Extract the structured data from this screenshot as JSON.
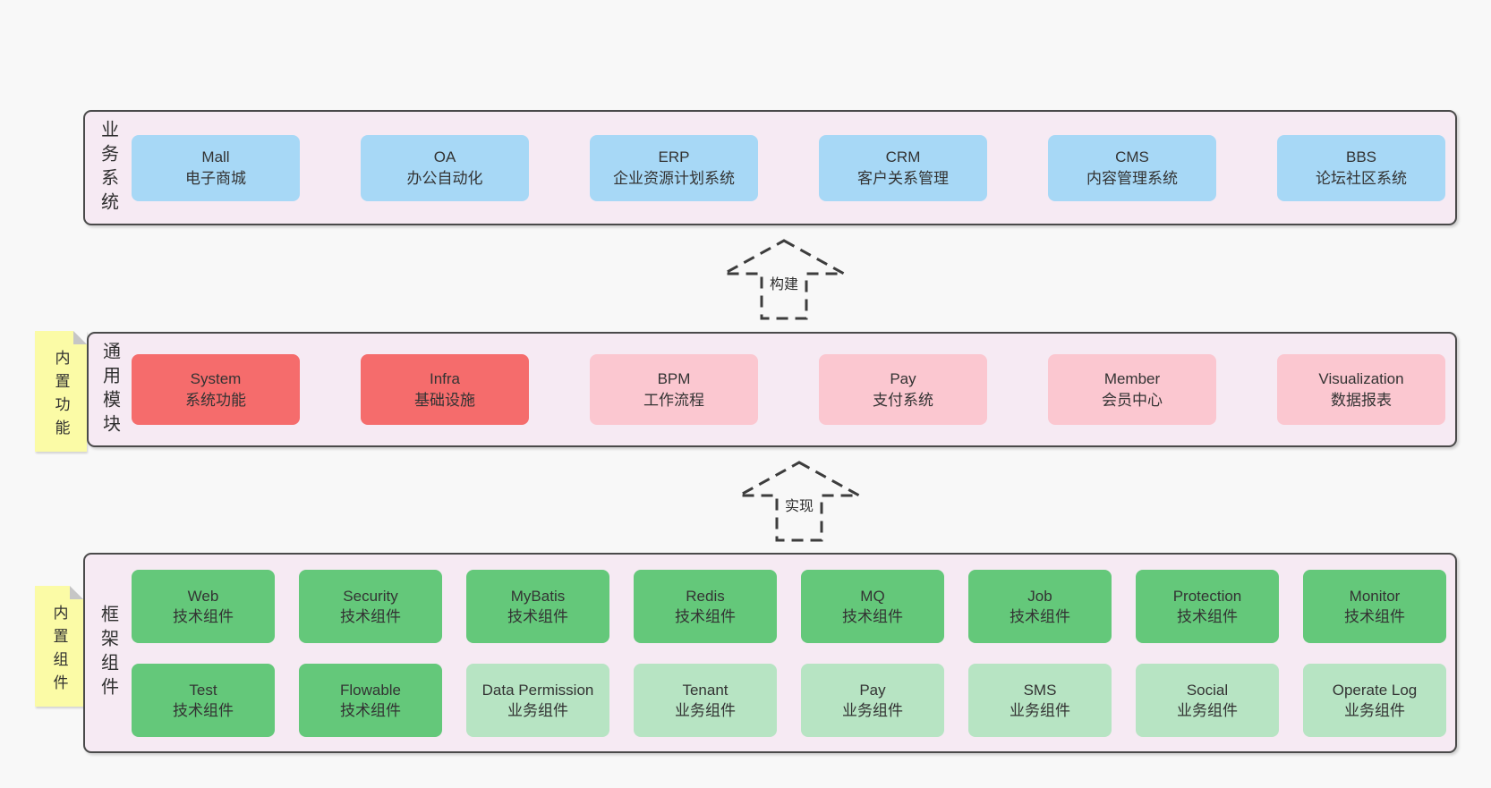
{
  "colors": {
    "page_bg": "#f8f8f8",
    "panel_bg": "#f6eaf3",
    "panel_border": "#4a4a4a",
    "blue": "#a7d8f6",
    "red": "#f56c6c",
    "pink": "#fbc7d0",
    "green_dark": "#64c87a",
    "green_light": "#b7e4c3",
    "sticky_yellow": "#fbfba6",
    "fold_gray": "#c6c6c6",
    "text": "#3a3a3a"
  },
  "panels": {
    "business": {
      "label": "业务系统",
      "boxes": [
        {
          "title": "Mall",
          "subtitle": "电子商城",
          "variant": "blue"
        },
        {
          "title": "OA",
          "subtitle": "办公自动化",
          "variant": "blue"
        },
        {
          "title": "ERP",
          "subtitle": "企业资源计划系统",
          "variant": "blue"
        },
        {
          "title": "CRM",
          "subtitle": "客户关系管理",
          "variant": "blue"
        },
        {
          "title": "CMS",
          "subtitle": "内容管理系统",
          "variant": "blue"
        },
        {
          "title": "BBS",
          "subtitle": "论坛社区系统",
          "variant": "blue"
        }
      ]
    },
    "modules": {
      "label": "通用模块",
      "sticky": "内置功能",
      "boxes": [
        {
          "title": "System",
          "subtitle": "系统功能",
          "variant": "red"
        },
        {
          "title": "Infra",
          "subtitle": "基础设施",
          "variant": "red"
        },
        {
          "title": "BPM",
          "subtitle": "工作流程",
          "variant": "pink"
        },
        {
          "title": "Pay",
          "subtitle": "支付系统",
          "variant": "pink"
        },
        {
          "title": "Member",
          "subtitle": "会员中心",
          "variant": "pink"
        },
        {
          "title": "Visualization",
          "subtitle": "数据报表",
          "variant": "pink"
        }
      ]
    },
    "framework": {
      "label": "框架组件",
      "sticky": "内置组件",
      "rows": [
        [
          {
            "title": "Web",
            "subtitle": "技术组件",
            "variant": "green"
          },
          {
            "title": "Security",
            "subtitle": "技术组件",
            "variant": "green"
          },
          {
            "title": "MyBatis",
            "subtitle": "技术组件",
            "variant": "green"
          },
          {
            "title": "Redis",
            "subtitle": "技术组件",
            "variant": "green"
          },
          {
            "title": "MQ",
            "subtitle": "技术组件",
            "variant": "green"
          },
          {
            "title": "Job",
            "subtitle": "技术组件",
            "variant": "green"
          },
          {
            "title": "Protection",
            "subtitle": "技术组件",
            "variant": "green"
          },
          {
            "title": "Monitor",
            "subtitle": "技术组件",
            "variant": "green"
          }
        ],
        [
          {
            "title": "Test",
            "subtitle": "技术组件",
            "variant": "green"
          },
          {
            "title": "Flowable",
            "subtitle": "技术组件",
            "variant": "green"
          },
          {
            "title": "Data Permission",
            "subtitle": "业务组件",
            "variant": "green-light"
          },
          {
            "title": "Tenant",
            "subtitle": "业务组件",
            "variant": "green-light"
          },
          {
            "title": "Pay",
            "subtitle": "业务组件",
            "variant": "green-light"
          },
          {
            "title": "SMS",
            "subtitle": "业务组件",
            "variant": "green-light"
          },
          {
            "title": "Social",
            "subtitle": "业务组件",
            "variant": "green-light"
          },
          {
            "title": "Operate Log",
            "subtitle": "业务组件",
            "variant": "green-light"
          }
        ]
      ]
    }
  },
  "arrows": [
    {
      "label": "构建"
    },
    {
      "label": "实现"
    }
  ]
}
